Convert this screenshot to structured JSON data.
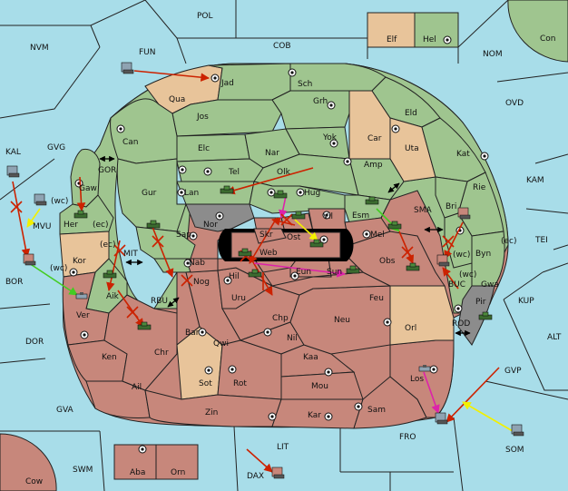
{
  "colors": {
    "sea": "#a8dde9",
    "green": "#9fc58f",
    "red": "#c7877b",
    "tan": "#e8c49a",
    "gray": "#8c8c8c",
    "border": "#222222",
    "order_red": "#cc2200",
    "order_pink": "#dd22aa",
    "order_yellow": "#f2f000",
    "order_green": "#44cc22"
  },
  "seas": {
    "pol": "POL",
    "nvm": "NVM",
    "fun": "FUN",
    "cob": "COB",
    "nom": "NOM",
    "con": "Con",
    "ovd": "OVD",
    "kam": "KAM",
    "tei": "TEI",
    "kal": "KAL",
    "gvg": "GVG",
    "gor": "GOR",
    "mvu": "MVU",
    "bor": "BOR",
    "mit": "MIT",
    "rbu": "RBU",
    "dor": "DOR",
    "gva": "GVA",
    "swm": "SWM",
    "lit": "LIT",
    "dax": "DAX",
    "fro": "FRO",
    "som": "SOM",
    "gvp": "GVP",
    "alt": "ALT",
    "kup": "KUP",
    "rod": "ROD",
    "buc": "BUC",
    "sma": "SMA",
    "cow": "Cow"
  },
  "provinces": {
    "elf": "Elf",
    "hel": "Hel",
    "jad": "Jad",
    "sch": "Sch",
    "qua": "Qua",
    "jos": "Jos",
    "grh": "Grh",
    "can": "Can",
    "elc": "Elc",
    "nar": "Nar",
    "yok": "Yok",
    "car": "Car",
    "eld": "Eld",
    "uta": "Uta",
    "kat": "Kat",
    "amp": "Amp",
    "tel": "Tel",
    "olk": "Olk",
    "lan": "Lan",
    "hug": "Hug",
    "gur": "Gur",
    "rie": "Rie",
    "gaw": "Gaw",
    "her": "Her",
    "nor": "Nor",
    "skr": "Skr",
    "vil": "Vil",
    "esm": "Esm",
    "bri": "Bri",
    "sap": "Sap",
    "ost": "Ost",
    "mel": "Mel",
    "web": "Web",
    "kor": "Kor",
    "byn": "Byn",
    "nab": "Nab",
    "hil": "Hil",
    "eun": "Eun",
    "sun": "Sun",
    "obs": "Obs",
    "gwa": "Gwa",
    "nog": "Nog",
    "aik": "Aik",
    "uru": "Uru",
    "feu": "Feu",
    "pir": "Pir",
    "ver": "Ver",
    "chp": "Chp",
    "neu": "Neu",
    "orl": "Orl",
    "bar": "Bar",
    "qwi": "Qwi",
    "nil": "Nil",
    "ken": "Ken",
    "chr": "Chr",
    "kaa": "Kaa",
    "ail": "Ail",
    "sot": "Sot",
    "rot": "Rot",
    "mou": "Mou",
    "los": "Los",
    "sam": "Sam",
    "zin": "Zin",
    "kar": "Kar",
    "aba": "Aba",
    "orn": "Orn"
  },
  "coast_tags": {
    "mvu_wc": "(wc)",
    "her_ec": "(ec)",
    "kor_ec": "(ec)",
    "bor_wc": "(wc)",
    "byn_ec": "(ec)",
    "buc_wc": "(wc)",
    "gwa_wc": "(wc)"
  },
  "icons": {
    "army": "tank-icon",
    "fleet": "ship-icon",
    "supply_center": "supply-center-icon",
    "convoy_arrow": "double-arrow-icon"
  }
}
